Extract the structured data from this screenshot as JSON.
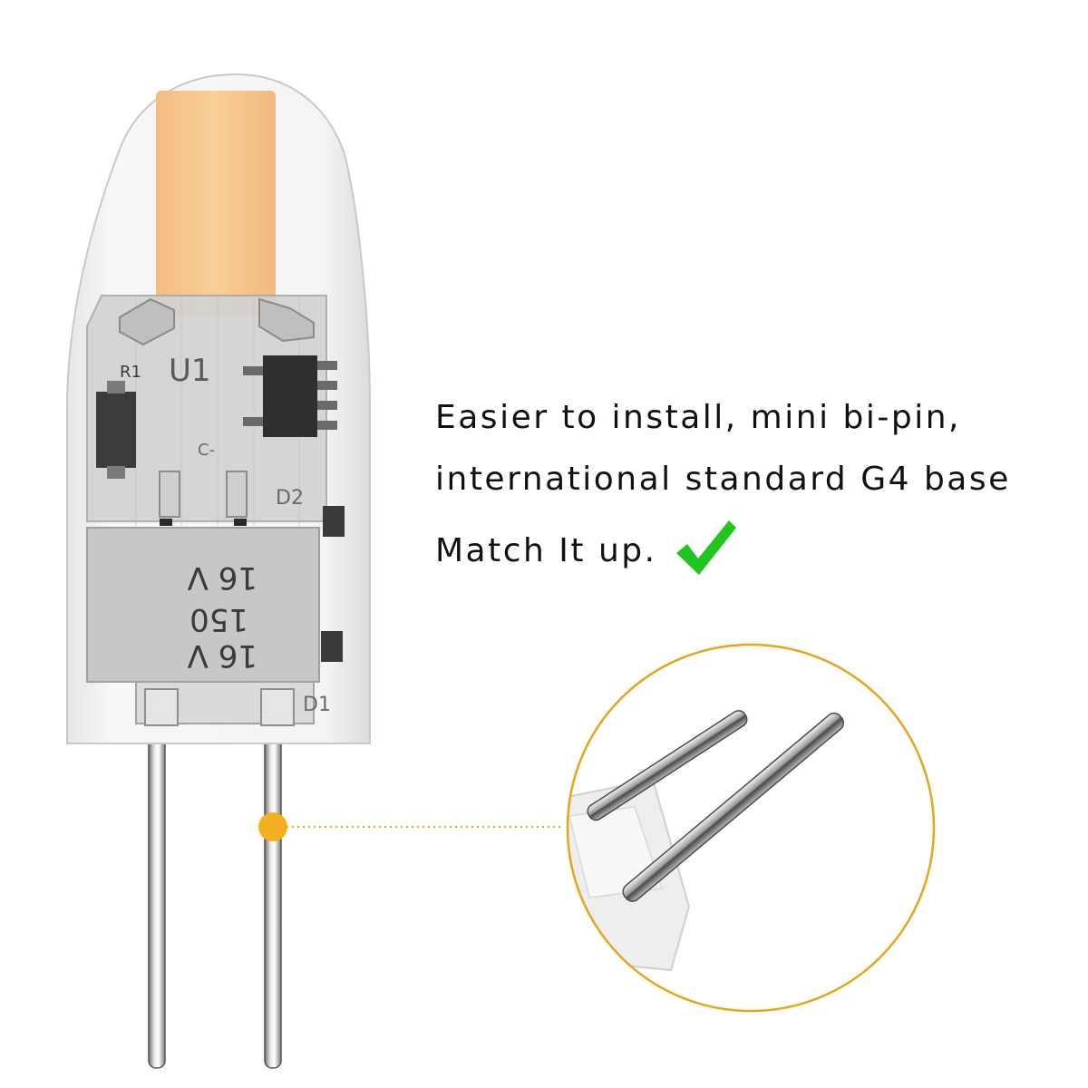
{
  "description_text": {
    "line1": "Easier to install, mini bi-pin,",
    "line2": "international standard G4 base",
    "line3": "Match It up."
  },
  "board_markings": {
    "r1": "R1",
    "u1": "U1",
    "c": "C-",
    "d2": "D2",
    "d1": "D1",
    "voltage_top": "16 V",
    "capacitance": "150",
    "voltage_bottom": "16 V"
  },
  "icons": {
    "checkmark": "green-checkmark-icon",
    "pointer": "orange-dot-pointer-icon"
  },
  "colors": {
    "checkmark": "#22c41e",
    "accent": "#f2b01e",
    "led_chip": "#f7c58c"
  }
}
